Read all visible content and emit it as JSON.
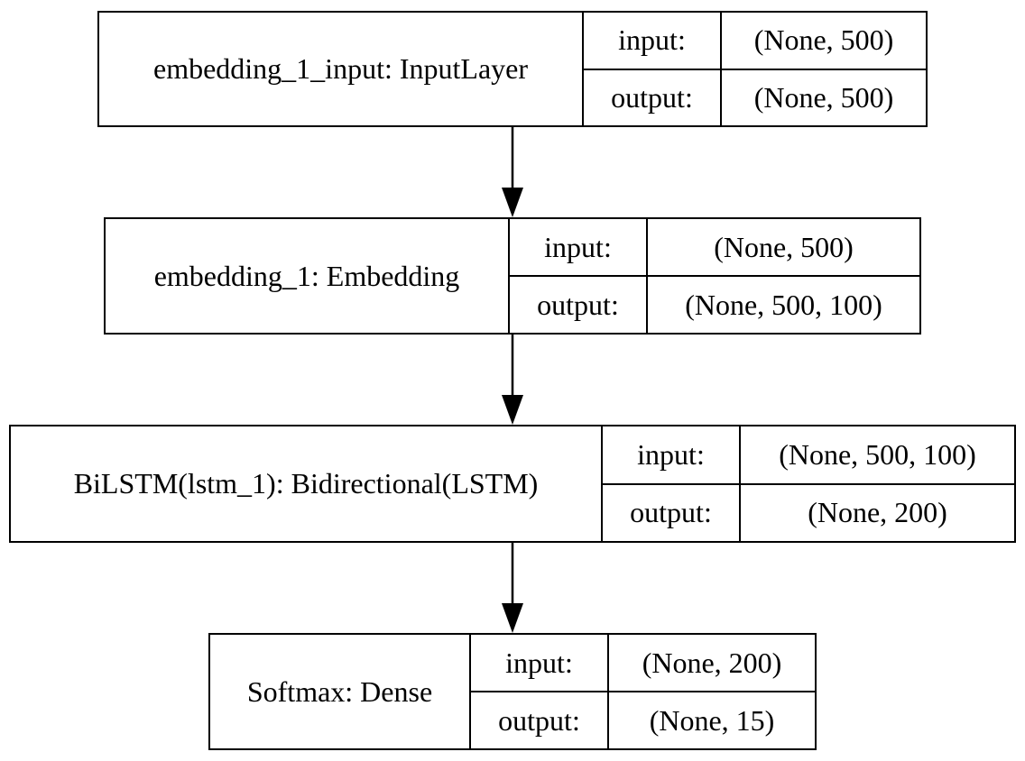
{
  "nodes": [
    {
      "name": "embedding_1_input: InputLayer",
      "input_label": "input:",
      "input_value": "(None, 500)",
      "output_label": "output:",
      "output_value": "(None, 500)"
    },
    {
      "name": "embedding_1: Embedding",
      "input_label": "input:",
      "input_value": "(None, 500)",
      "output_label": "output:",
      "output_value": "(None, 500, 100)"
    },
    {
      "name": "BiLSTM(lstm_1): Bidirectional(LSTM)",
      "input_label": "input:",
      "input_value": "(None, 500, 100)",
      "output_label": "output:",
      "output_value": "(None, 200)"
    },
    {
      "name": "Softmax: Dense",
      "input_label": "input:",
      "input_value": "(None, 200)",
      "output_label": "output:",
      "output_value": "(None, 15)"
    }
  ],
  "colors": {
    "stroke": "#000000",
    "background": "#ffffff"
  }
}
